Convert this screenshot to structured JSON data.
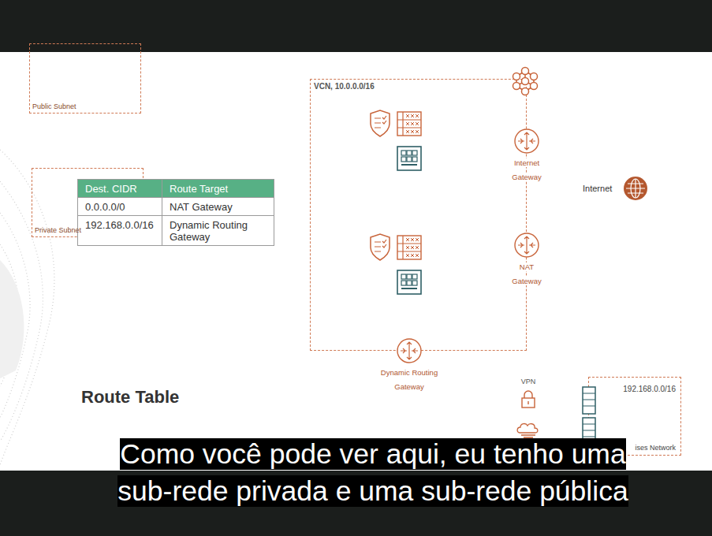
{
  "diagram": {
    "caption": "Como você pode ver aqui, eu tenho uma sub-rede privada e uma sub-rede pública",
    "nodes": [
      {
        "text": [
          "VCN, 10.0.0.0/16"
        ]
      },
      {
        "text": [
          "Public Subnet"
        ],
        "in": 0
      },
      {
        "text": [
          "Private Subnet"
        ],
        "in": 0
      },
      {
        "text": [
          "Internet Gateway"
        ]
      },
      {
        "text": [
          "NAT Gateway"
        ]
      },
      {
        "text": [
          "Internet"
        ]
      },
      {
        "text": [
          "Dest. CIDR",
          "Route Target",
          "0.0.0.0/0",
          "NAT Gateway",
          "192.168.0.0/16",
          "Dynamic Routing Gateway"
        ]
      },
      {
        "text": [
          "Dynamic Routing Gateway"
        ]
      },
      {
        "text": [
          "VPN"
        ]
      },
      {
        "text": [
          "192.168.0.0/16",
          "ises Network"
        ]
      }
    ],
    "edges": [
      {
        "from": 3,
        "to": 1,
        "arrow": "to"
      },
      {
        "from": 3,
        "to": 5,
        "arrow": "to"
      },
      {
        "from": 2,
        "to": 4,
        "arrow": "none"
      },
      {
        "from": 4,
        "to": 5,
        "arrow": "to"
      },
      {
        "from": 2,
        "to": 6,
        "arrow": "to"
      },
      {
        "from": 2,
        "to": 7,
        "arrow": "none"
      },
      {
        "from": 7,
        "to": 8,
        "arrow": "none"
      },
      {
        "from": 8,
        "to": 9,
        "arrow": "none"
      },
      {
        "from": 7,
        "to": 9,
        "arrow": "none"
      }
    ],
    "labels": [
      "Route Table"
    ]
  }
}
